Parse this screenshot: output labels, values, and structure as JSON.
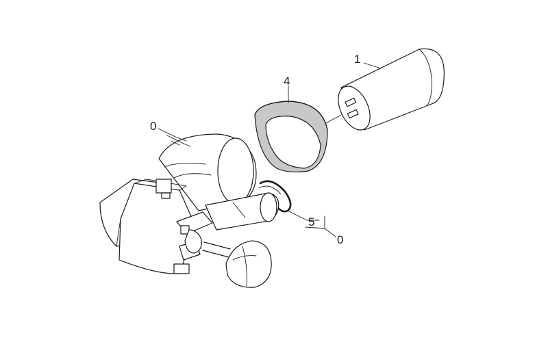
{
  "diagram": {
    "callouts": [
      {
        "id": "c1",
        "label": "1"
      },
      {
        "id": "c4",
        "label": "4"
      },
      {
        "id": "c0a",
        "label": "0"
      },
      {
        "id": "c5",
        "label": "5"
      },
      {
        "id": "c0b",
        "label": "0"
      }
    ],
    "colors": {
      "line": "#1a1a1a",
      "ring_shade": "#c8c8c8",
      "background": "#ffffff"
    }
  }
}
